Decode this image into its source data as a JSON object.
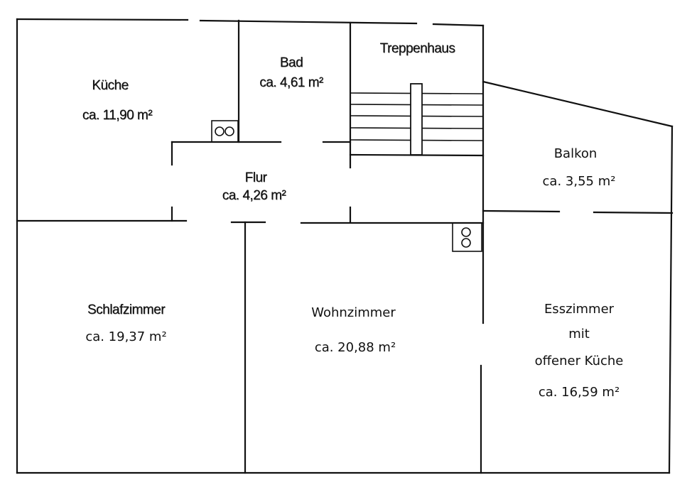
{
  "rooms": {
    "kueche": {
      "name": "Küche",
      "area": "ca. 11,90 m²"
    },
    "bad": {
      "name": "Bad",
      "area": "ca. 4,61 m²"
    },
    "treppenhaus": {
      "name": "Treppenhaus"
    },
    "flur": {
      "name": "Flur",
      "area": "ca. 4,26 m²"
    },
    "balkon": {
      "name": "Balkon",
      "area": "ca. 3,55 m²"
    },
    "schlafzimmer": {
      "name": "Schlafzimmer",
      "area": "ca. 19,37 m²"
    },
    "wohnzimmer": {
      "name": "Wohnzimmer",
      "area": "ca. 20,88 m²"
    },
    "esszimmer": {
      "name_line1": "Esszimmer",
      "name_line2": "mit",
      "name_line3": "offener Küche",
      "area": "ca. 16,59 m²"
    }
  }
}
